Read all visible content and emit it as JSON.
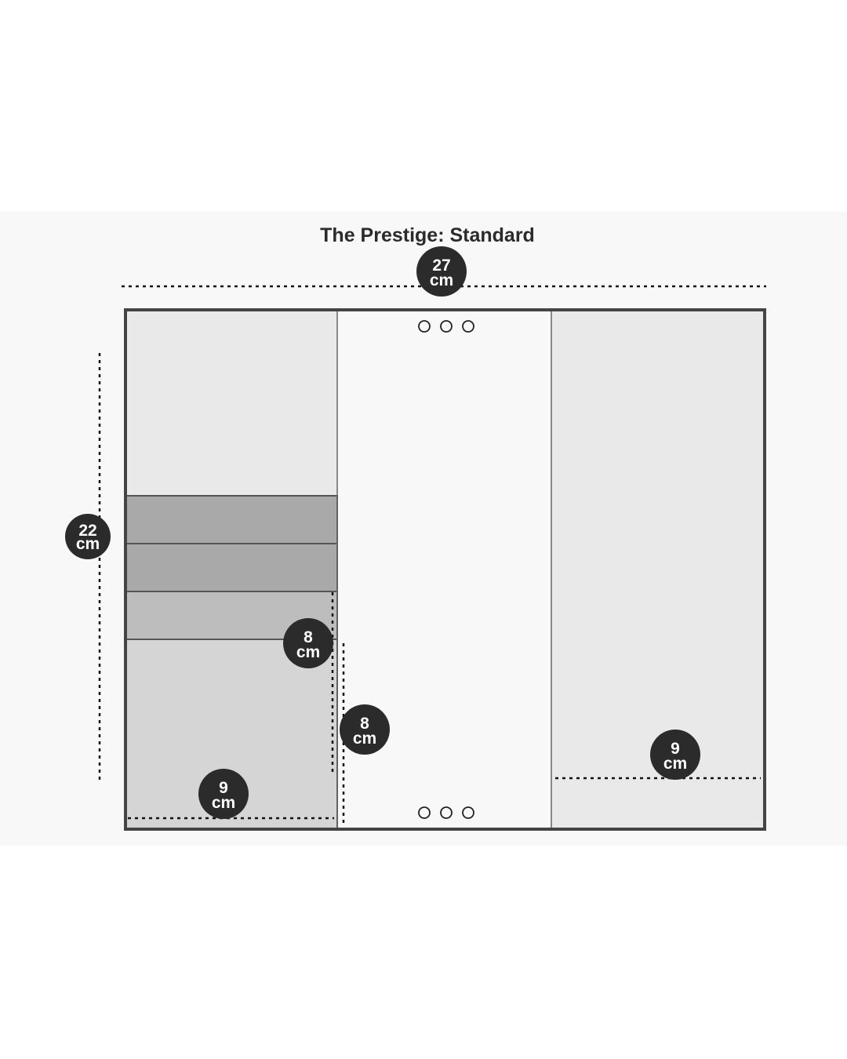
{
  "title": "The Prestige: Standard",
  "unit": "cm",
  "dimensions": {
    "width": "27",
    "height": "22",
    "card_slots_height": "8",
    "center_height": "8",
    "left_pocket_width": "9",
    "right_pocket_width": "9"
  },
  "colors": {
    "badge": "#2b2b2b",
    "outline": "#444444",
    "panel_light": "#e9e9e9",
    "card_slot_dark": "#a9a9a9",
    "card_slot_mid": "#bdbdbd",
    "pocket": "#d5d5d5"
  }
}
